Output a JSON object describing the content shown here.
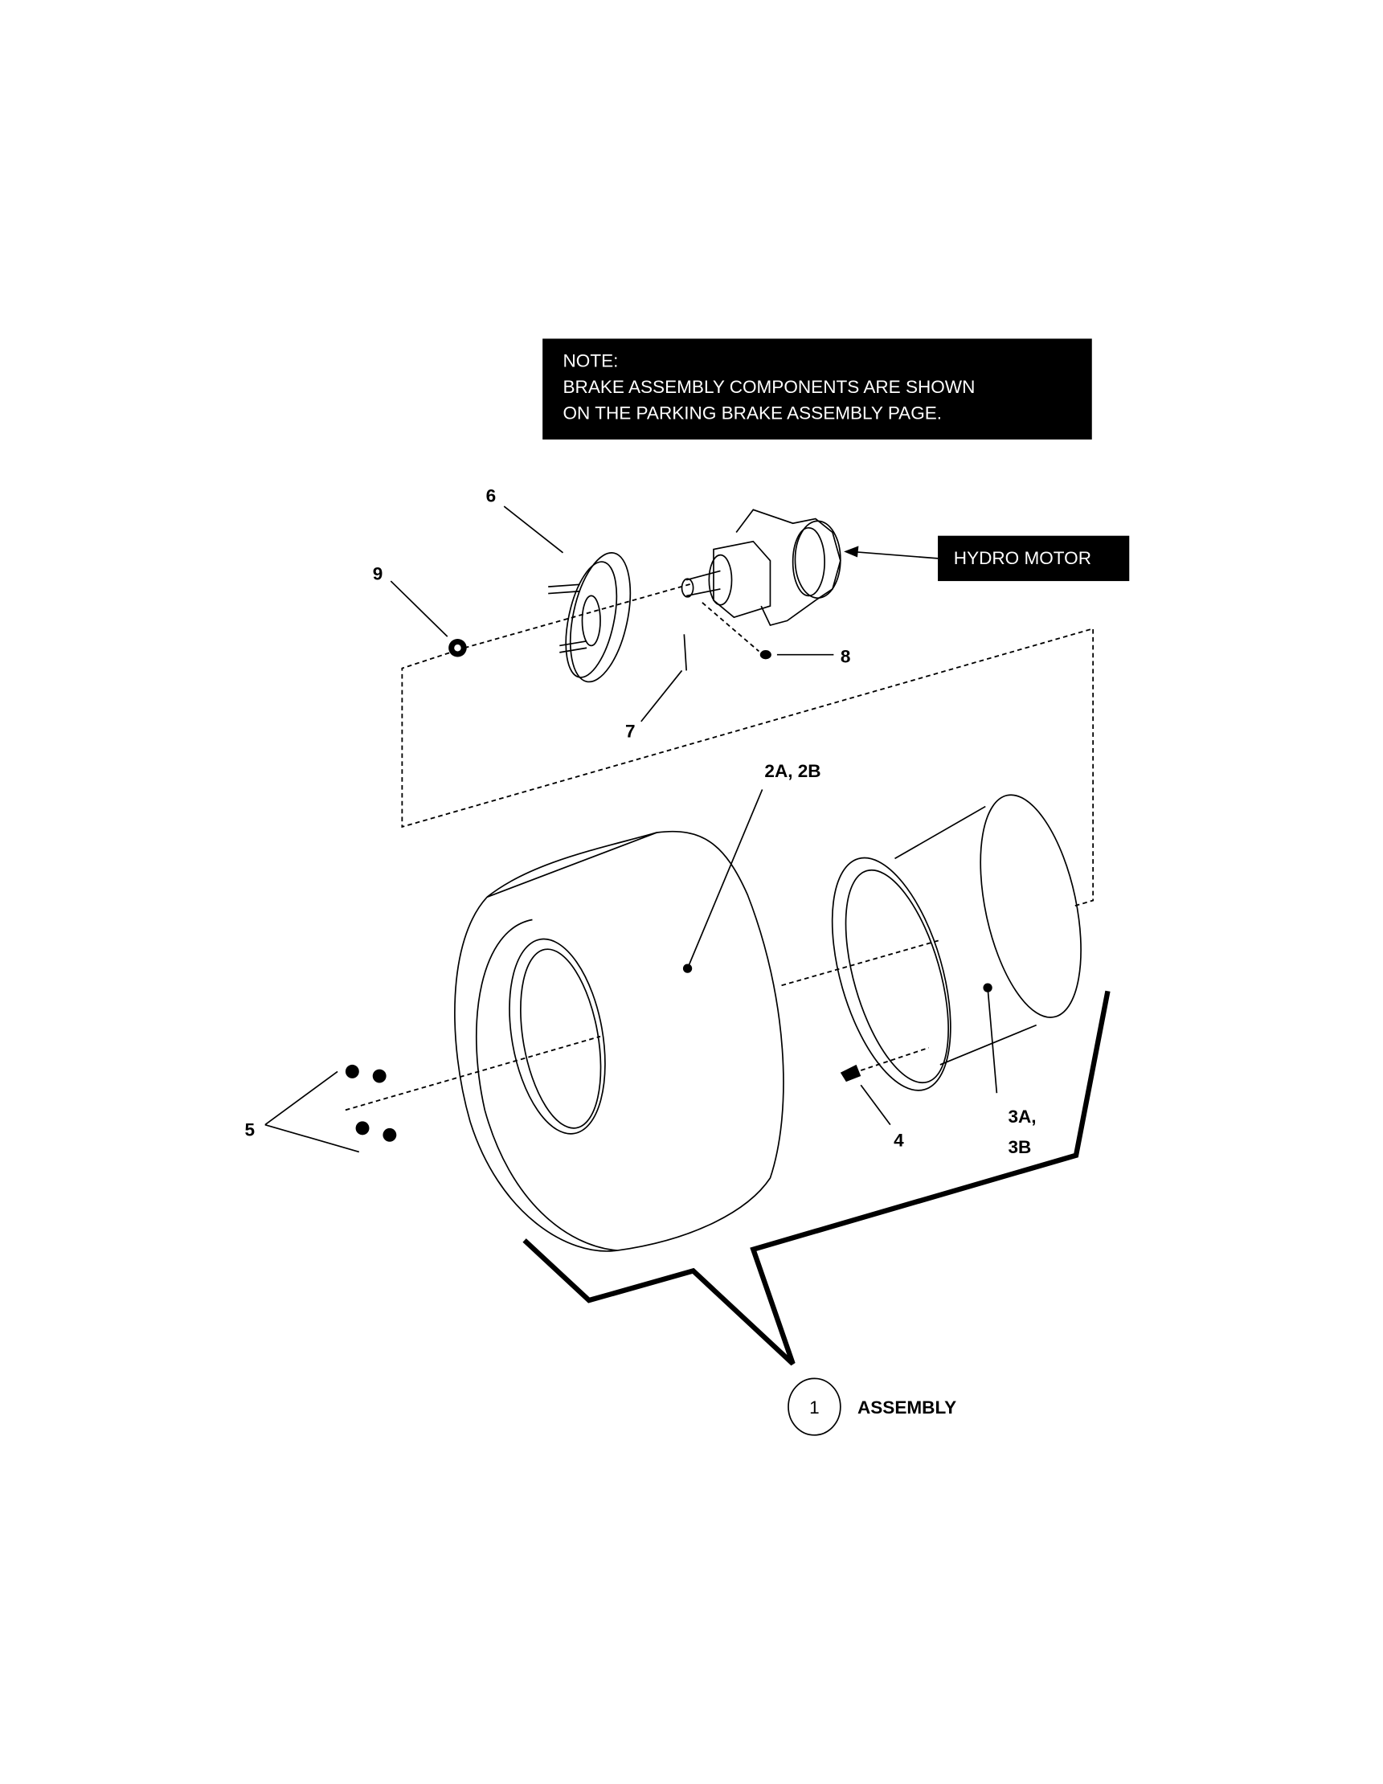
{
  "note": {
    "title": "NOTE:",
    "line1": "BRAKE ASSEMBLY COMPONENTS ARE SHOWN",
    "line2": "ON THE PARKING BRAKE ASSEMBLY PAGE."
  },
  "callouts": {
    "hydro_motor": "HYDRO MOTOR",
    "part_1": "1",
    "assembly": "ASSEMBLY",
    "part_2": "2A, 2B",
    "part_3a": "3A,",
    "part_3b": "3B",
    "part_4": "4",
    "part_5": "5",
    "part_6": "6",
    "part_7": "7",
    "part_8": "8",
    "part_9": "9"
  },
  "colors": {
    "ink": "#000000",
    "paper": "#ffffff"
  }
}
